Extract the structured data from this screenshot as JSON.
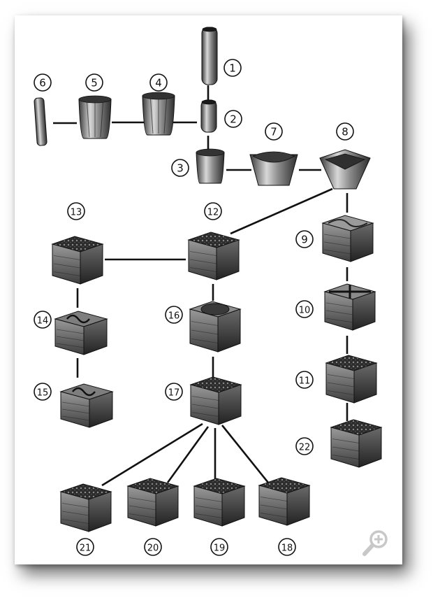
{
  "diagram": {
    "nodes": [
      {
        "id": 1,
        "label": "1",
        "shape": "long-tube"
      },
      {
        "id": 2,
        "label": "2",
        "shape": "short-tube"
      },
      {
        "id": 3,
        "label": "3",
        "shape": "cup"
      },
      {
        "id": 4,
        "label": "4",
        "shape": "fluted-cup"
      },
      {
        "id": 5,
        "label": "5",
        "shape": "fluted-cup"
      },
      {
        "id": 6,
        "label": "6",
        "shape": "thin-tube"
      },
      {
        "id": 7,
        "label": "7",
        "shape": "wide-bowl"
      },
      {
        "id": 8,
        "label": "8",
        "shape": "square-bowl"
      },
      {
        "id": 9,
        "label": "9",
        "shape": "box-wave"
      },
      {
        "id": 10,
        "label": "10",
        "shape": "box-grid"
      },
      {
        "id": 11,
        "label": "11",
        "shape": "box-dark"
      },
      {
        "id": 12,
        "label": "12",
        "shape": "box-dark"
      },
      {
        "id": 13,
        "label": "13",
        "shape": "box-dark"
      },
      {
        "id": 14,
        "label": "14",
        "shape": "box-swirl"
      },
      {
        "id": 15,
        "label": "15",
        "shape": "box-swirl"
      },
      {
        "id": 16,
        "label": "16",
        "shape": "box-bowl"
      },
      {
        "id": 17,
        "label": "17",
        "shape": "box-dark"
      },
      {
        "id": 18,
        "label": "18",
        "shape": "box-dark"
      },
      {
        "id": 19,
        "label": "19",
        "shape": "box-dark"
      },
      {
        "id": 20,
        "label": "20",
        "shape": "box-dark"
      },
      {
        "id": 21,
        "label": "21",
        "shape": "box-dark"
      },
      {
        "id": 22,
        "label": "22",
        "shape": "box-dark"
      }
    ],
    "edges": [
      [
        1,
        2
      ],
      [
        2,
        3
      ],
      [
        2,
        4
      ],
      [
        4,
        5
      ],
      [
        5,
        6
      ],
      [
        3,
        7
      ],
      [
        7,
        8
      ],
      [
        8,
        12
      ],
      [
        8,
        9
      ],
      [
        9,
        10
      ],
      [
        10,
        11
      ],
      [
        11,
        22
      ],
      [
        12,
        13
      ],
      [
        12,
        16
      ],
      [
        13,
        14
      ],
      [
        14,
        15
      ],
      [
        16,
        17
      ],
      [
        17,
        21
      ],
      [
        17,
        20
      ],
      [
        17,
        19
      ],
      [
        17,
        18
      ]
    ]
  },
  "zoom_icon": "magnifier-plus-icon",
  "colors": {
    "line": "#111111",
    "object_dark": "#2a2a2a",
    "object_mid": "#7a7a7a",
    "object_light": "#cfcfcf"
  }
}
